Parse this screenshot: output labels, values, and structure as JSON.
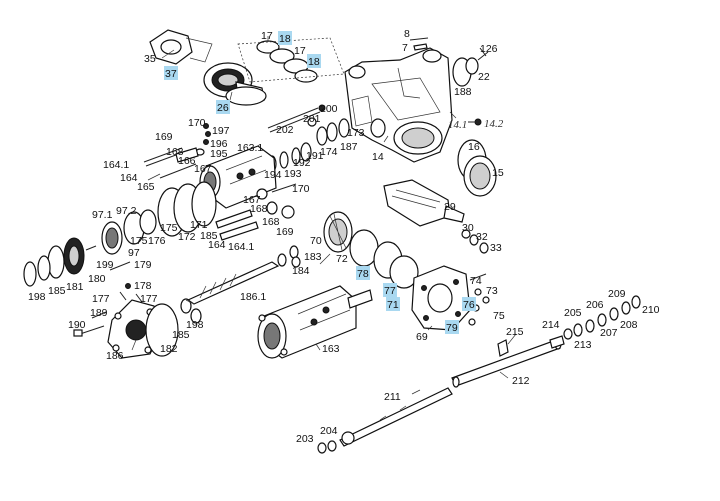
{
  "diagram": {
    "labels": {
      "l35": "35",
      "l37": "37",
      "l26": "26",
      "l17a": "17",
      "l18a": "18",
      "l17b": "17",
      "l18b": "18",
      "l8": "8",
      "l7": "7",
      "l126": "126",
      "l22": "22",
      "l188": "188",
      "l170a": "170",
      "l197": "197",
      "l200": "200",
      "l196": "196",
      "l201": "201",
      "l202": "202",
      "l169a": "169",
      "l168a": "168",
      "l195": "195",
      "l166": "166",
      "l167a": "167",
      "l163_1": "163.1",
      "l173": "173",
      "l187": "187",
      "l174": "174",
      "l191": "191",
      "l192": "192",
      "l193": "193",
      "l194": "194",
      "l14": "14",
      "l14_1": "14.1",
      "l14_2": "14.2",
      "l16": "16",
      "l15": "15",
      "l164_1a": "164.1",
      "l164a": "164",
      "l165": "165",
      "l170b": "170",
      "l167b": "167",
      "l168b": "168",
      "l169b": "169",
      "l97_1": "97.1",
      "l97_2": "97.2",
      "l171": "171",
      "l175a": "175",
      "l172": "172",
      "l185a": "185",
      "l164b": "164",
      "l164_1b": "164.1",
      "l175b": "175",
      "l176": "176",
      "l97": "97",
      "l179": "179",
      "l199": "199",
      "l181": "181",
      "l180": "180",
      "l198a": "198",
      "l185b": "185",
      "l178": "178",
      "l177a": "177",
      "l177b": "177",
      "l186_1": "186.1",
      "l184": "184",
      "l183": "183",
      "l70": "70",
      "l72": "72",
      "l29": "29",
      "l30": "30",
      "l32": "32",
      "l33": "33",
      "l78": "78",
      "l77": "77",
      "l71": "71",
      "l74": "74",
      "l73": "73",
      "l76": "76",
      "l75": "75",
      "l79": "79",
      "l69": "69",
      "l189": "189",
      "l190": "190",
      "l185c": "185",
      "l198b": "198",
      "l186": "186",
      "l182": "182",
      "l163": "163",
      "l215": "215",
      "l214": "214",
      "l205": "205",
      "l206": "206",
      "l209": "209",
      "l210": "210",
      "l208": "208",
      "l207": "207",
      "l213": "213",
      "l211": "211",
      "l212": "212",
      "l203": "203",
      "l204": "204"
    },
    "highlight_color": "#a9d8f0"
  }
}
